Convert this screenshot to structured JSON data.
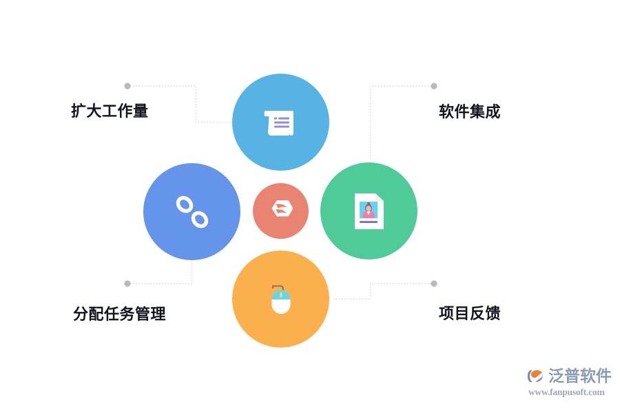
{
  "diagram": {
    "title": "project management capability diagram",
    "labels": [
      {
        "id": "expand-workload",
        "text": "扩大工作量",
        "position": "top-left"
      },
      {
        "id": "software-integration",
        "text": "软件集成",
        "position": "top-right"
      },
      {
        "id": "assign-task-management",
        "text": "分配任务管理",
        "position": "bottom-left"
      },
      {
        "id": "project-feedback",
        "text": "项目反馈",
        "position": "bottom-right"
      }
    ],
    "nodes": [
      {
        "id": "scroll",
        "icon": "scroll-document-icon",
        "color": "#56b3e3",
        "position": "top",
        "size": 141
      },
      {
        "id": "link",
        "icon": "chain-link-icon",
        "color": "#6495ea",
        "position": "left",
        "size": 141
      },
      {
        "id": "leaf",
        "icon": "hexagon-leaf-icon",
        "color": "#ea8472",
        "position": "center",
        "size": 81
      },
      {
        "id": "id-card",
        "icon": "id-card-document-icon",
        "color": "#4ecb98",
        "position": "right",
        "size": 141
      },
      {
        "id": "mouse",
        "icon": "computer-mouse-icon",
        "color": "#fbb04d",
        "position": "bottom",
        "size": 141
      }
    ],
    "connector": {
      "line_color": "#d8d8d8",
      "dot_color": "#b9b9b9",
      "style": "dotted-elbow"
    }
  },
  "watermark": {
    "brand": "泛普软件",
    "url": "www.fanpusoft.com",
    "logo_icon": "fanpu-logo-icon",
    "text_color": "#8a9bb4",
    "accent_color": "#e8833a"
  },
  "page": {
    "background": "#ffffff"
  }
}
